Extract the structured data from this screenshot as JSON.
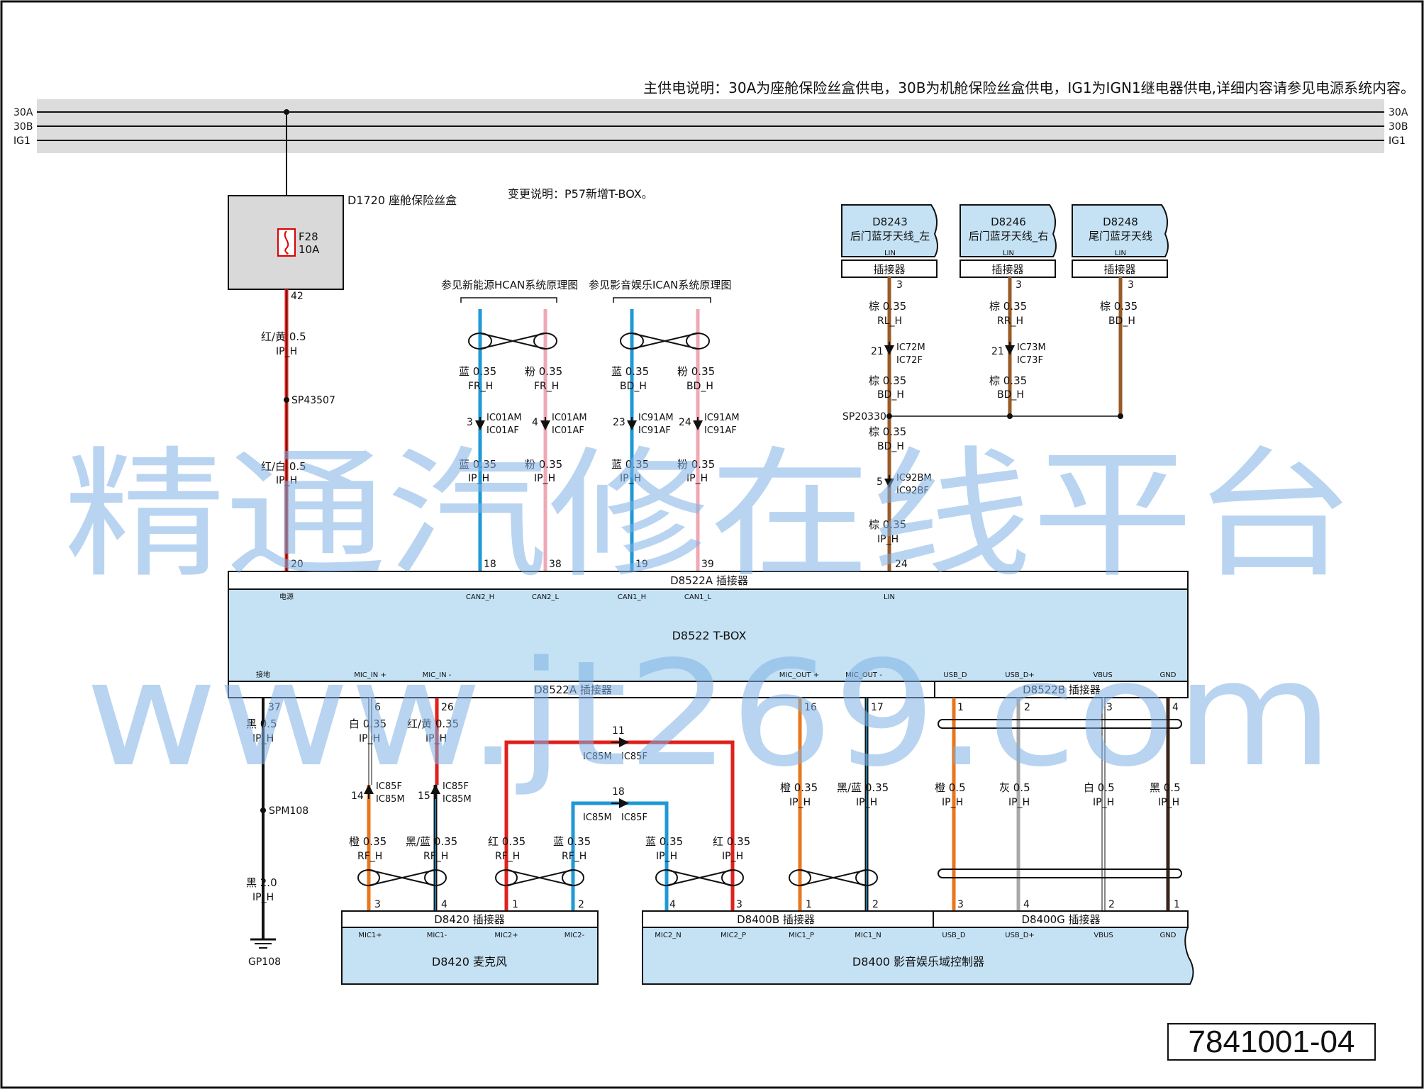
{
  "header": {
    "note": "主供电说明：30A为座舱保险丝盒供电，30B为机舱保险丝盒供电，IG1为IGN1继电器供电,详细内容请参见电源系统内容。",
    "change_note": "变更说明：P57新增T-BOX。"
  },
  "rails": [
    "30A",
    "30B",
    "IG1"
  ],
  "fuse_box": {
    "name": "D1720 座舱保险丝盒",
    "fuse": "F28",
    "rating": "10A",
    "pin": "42"
  },
  "splices": [
    "SP43507",
    "SP20330",
    "SPM108"
  ],
  "ground": "GP108",
  "references": {
    "hcan": "参见新能源HCAN系统原理图",
    "ican": "参见影音娱乐ICAN系统原理图"
  },
  "antennas": [
    {
      "code": "D8243",
      "name": "后门蓝牙天线_左",
      "pin_label": "LIN",
      "connector": "插接器",
      "pin": "3"
    },
    {
      "code": "D8246",
      "name": "后门蓝牙天线_右",
      "pin_label": "LIN",
      "connector": "插接器",
      "pin": "3"
    },
    {
      "code": "D8248",
      "name": "尾门蓝牙天线",
      "pin_label": "LIN",
      "connector": "插接器",
      "pin": "3"
    }
  ],
  "tbox": {
    "name": "D8522 T-BOX",
    "connector_a": "D8522A 插接器",
    "connector_b": "D8522B 插接器",
    "top_pins": [
      {
        "num": "20",
        "label": "电源"
      },
      {
        "num": "18",
        "label": "CAN2_H"
      },
      {
        "num": "38",
        "label": "CAN2_L"
      },
      {
        "num": "19",
        "label": "CAN1_H"
      },
      {
        "num": "39",
        "label": "CAN1_L"
      },
      {
        "num": "24",
        "label": "LIN"
      }
    ],
    "bottom_pins": [
      {
        "num": "37",
        "label": "接地"
      },
      {
        "num": "6",
        "label": "MIC_IN +"
      },
      {
        "num": "26",
        "label": "MIC_IN -"
      },
      {
        "num": "16",
        "label": "MIC_OUT +"
      },
      {
        "num": "17",
        "label": "MIC_OUT -"
      },
      {
        "num": "1",
        "label": "USB_D"
      },
      {
        "num": "2",
        "label": "USB_D+"
      },
      {
        "num": "3",
        "label": "VBUS"
      },
      {
        "num": "4",
        "label": "GND"
      }
    ]
  },
  "wires": [
    {
      "color": "红/黄 0.5",
      "harness": "IP_H"
    },
    {
      "color": "红/白 0.5",
      "harness": "IP_H"
    },
    {
      "color": "蓝 0.35",
      "harness": "FR_H"
    },
    {
      "color": "粉 0.35",
      "harness": "FR_H"
    },
    {
      "color": "蓝 0.35",
      "harness": "BD_H"
    },
    {
      "color": "粉 0.35",
      "harness": "BD_H"
    },
    {
      "color": "蓝 0.35",
      "harness": "IP_H"
    },
    {
      "color": "粉 0.35",
      "harness": "IP_H"
    },
    {
      "color": "蓝 0.35",
      "harness": "IP_H"
    },
    {
      "color": "粉 0.35",
      "harness": "IP_H"
    },
    {
      "color": "棕 0.35",
      "harness": "RL_H"
    },
    {
      "color": "棕 0.35",
      "harness": "BD_H"
    },
    {
      "color": "棕 0.35",
      "harness": "RR_H"
    },
    {
      "color": "棕 0.35",
      "harness": "BD_H"
    },
    {
      "color": "棕 0.35",
      "harness": "BD_H"
    },
    {
      "color": "棕 0.35",
      "harness": "BD_H"
    },
    {
      "color": "棕 0.35",
      "harness": "IP_H"
    },
    {
      "color": "黑 0.5",
      "harness": "IP_H"
    },
    {
      "color": "黑 2.0",
      "harness": "IP_H"
    },
    {
      "color": "白 0.35",
      "harness": "IP_H"
    },
    {
      "color": "红/黄 0.35",
      "harness": "IP_H"
    },
    {
      "color": "橙 0.35",
      "harness": "RF_H"
    },
    {
      "color": "黑/蓝 0.35",
      "harness": "RF_H"
    },
    {
      "color": "红 0.35",
      "harness": "RF_H"
    },
    {
      "color": "蓝 0.35",
      "harness": "RF_H"
    },
    {
      "color": "蓝 0.35",
      "harness": "IP_H"
    },
    {
      "color": "红 0.35",
      "harness": "IP_H"
    },
    {
      "color": "橙 0.35",
      "harness": "IP_H"
    },
    {
      "color": "黑/蓝 0.35",
      "harness": "IP_H"
    },
    {
      "color": "橙 0.5",
      "harness": "IP_H"
    },
    {
      "color": "灰 0.5",
      "harness": "IP_H"
    },
    {
      "color": "白 0.5",
      "harness": "IP_H"
    },
    {
      "color": "黑 0.5",
      "harness": "IP_H"
    }
  ],
  "inline_connectors": [
    {
      "pin": "3",
      "m": "IC01AM",
      "f": "IC01AF"
    },
    {
      "pin": "4",
      "m": "IC01AM",
      "f": "IC01AF"
    },
    {
      "pin": "23",
      "m": "IC91AM",
      "f": "IC91AF"
    },
    {
      "pin": "24",
      "m": "IC91AM",
      "f": "IC91AF"
    },
    {
      "pin": "21",
      "m": "IC72M",
      "f": "IC72F"
    },
    {
      "pin": "21",
      "m": "IC73M",
      "f": "IC73F"
    },
    {
      "pin": "5",
      "m": "IC92BM",
      "f": "IC92BF"
    },
    {
      "pin": "14",
      "m": "IC85F",
      "f": "IC85M"
    },
    {
      "pin": "15",
      "m": "IC85F",
      "f": "IC85M"
    },
    {
      "pin": "11",
      "m": "IC85M",
      "f": "IC85F"
    },
    {
      "pin": "18",
      "m": "IC85M",
      "f": "IC85F"
    }
  ],
  "mic": {
    "name": "D8420 麦克风",
    "connector": "D8420 插接器",
    "pins": [
      {
        "num": "3",
        "label": "MIC1+"
      },
      {
        "num": "4",
        "label": "MIC1-"
      },
      {
        "num": "1",
        "label": "MIC2+"
      },
      {
        "num": "2",
        "label": "MIC2-"
      }
    ]
  },
  "controller": {
    "name": "D8400 影音娱乐域控制器",
    "connector_b": "D8400B 插接器",
    "connector_g": "D8400G 插接器",
    "b_pins": [
      {
        "num": "4",
        "label": "MIC2_N"
      },
      {
        "num": "3",
        "label": "MIC2_P"
      },
      {
        "num": "1",
        "label": "MIC1_P"
      },
      {
        "num": "2",
        "label": "MIC1_N"
      }
    ],
    "g_pins": [
      {
        "num": "3",
        "label": "USB_D"
      },
      {
        "num": "4",
        "label": "USB_D+"
      },
      {
        "num": "2",
        "label": "VBUS"
      },
      {
        "num": "1",
        "label": "GND"
      }
    ]
  },
  "watermark": {
    "line1": "精通汽修在线平台",
    "line2": "www.jt269.com"
  },
  "page_code": "7841001-04",
  "colors": {
    "box_fill": "#c5e2f5",
    "fuse_box_fill": "#d9d9d9",
    "rail_band": "#dcdcdc",
    "red": "#e0201b",
    "blue": "#1d9ad6",
    "pink": "#f0a9b4",
    "brown": "#9a5a24",
    "orange": "#e8761b",
    "black": "#111111",
    "gray": "#a8a8a8",
    "white_wire": "#ffffff"
  }
}
